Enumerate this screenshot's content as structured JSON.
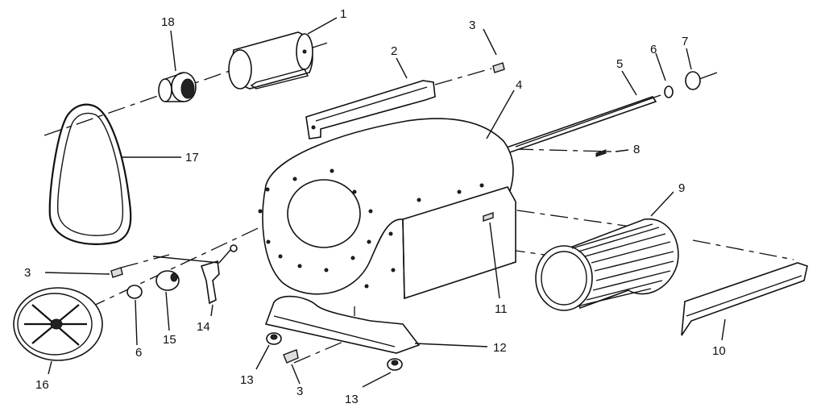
{
  "callouts": {
    "c1": "1",
    "c2": "2",
    "c3a": "3",
    "c3b": "3",
    "c3c": "3",
    "c4": "4",
    "c5": "5",
    "c6a": "6",
    "c6b": "6",
    "c7": "7",
    "c8": "8",
    "c9": "9",
    "c10": "10",
    "c11": "11",
    "c12": "12",
    "c13a": "13",
    "c13b": "13",
    "c14": "14",
    "c15": "15",
    "c16": "16",
    "c17": "17",
    "c18": "18"
  }
}
